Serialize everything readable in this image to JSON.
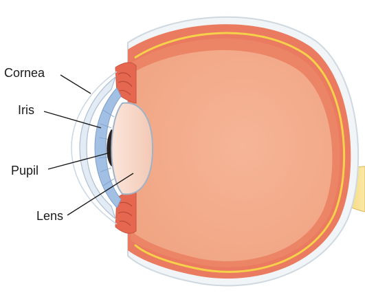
{
  "diagram": {
    "labels": {
      "cornea": "Cornea",
      "iris": "Iris",
      "pupil": "Pupil",
      "lens": "Lens"
    }
  },
  "colors": {
    "sclera_outer": "#f2f5f7",
    "choroid": "#e8715c",
    "retina_line": "#f6d24a",
    "vitreous": "#f2a888",
    "vitreous_light": "#f5b394",
    "cornea": "#dfe8f2",
    "iris": "#9ebce2",
    "pupil": "#2b2220",
    "lens": "#f6d6c6",
    "optic_nerve": "#f8e08c",
    "leader_line": "#1a1a1a"
  }
}
